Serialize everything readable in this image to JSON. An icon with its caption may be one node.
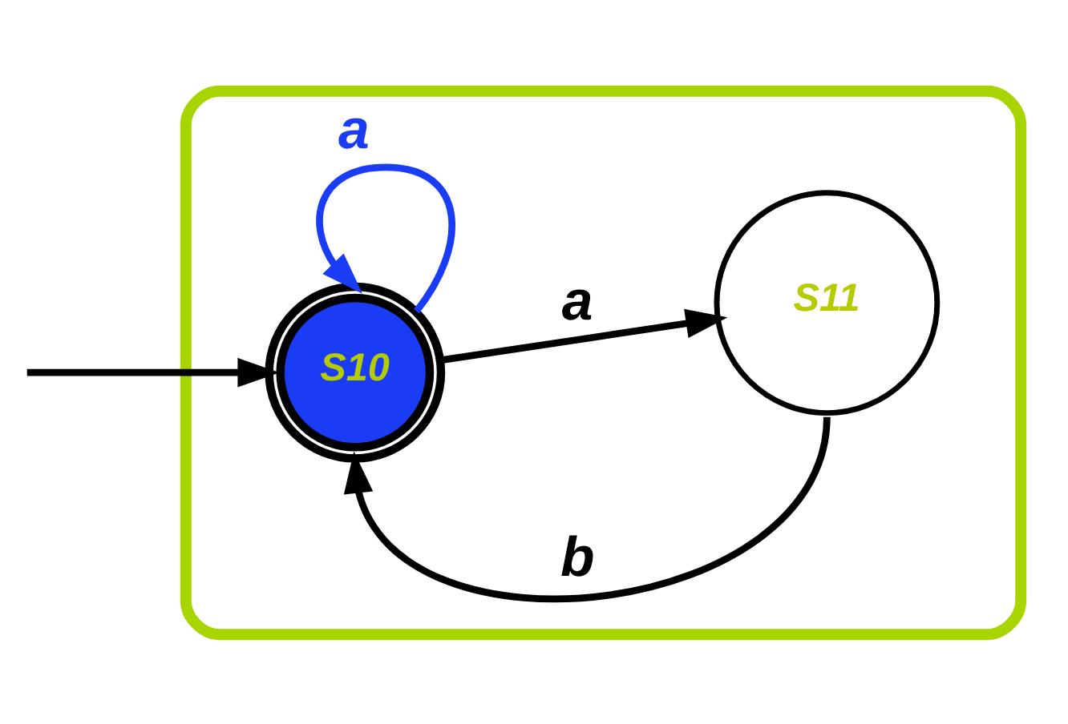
{
  "diagram": {
    "nodes": [
      {
        "text": [],
        "shape": "box"
      },
      {
        "text": [
          "S10"
        ],
        "in": 0
      },
      {
        "text": [
          "S11"
        ],
        "in": 0
      }
    ],
    "edges": [
      {
        "from": null,
        "to": 1,
        "arrow": "to"
      },
      {
        "from": 1,
        "to": 1,
        "arrow": "to",
        "label": "a",
        "color": "#1a3cf5"
      },
      {
        "from": 1,
        "to": 2,
        "arrow": "to",
        "label": "a"
      },
      {
        "from": 2,
        "to": 1,
        "arrow": "to",
        "label": "b"
      }
    ]
  }
}
